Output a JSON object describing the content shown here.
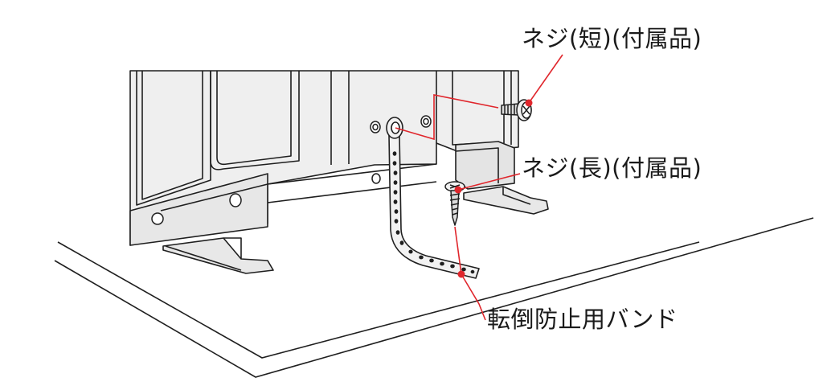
{
  "labels": {
    "screw_short": "ネジ(短)(付属品)",
    "screw_long": "ネジ(長)(付属品)",
    "anti_tip_band": "転倒防止用バンド"
  },
  "colors": {
    "callout": "#e0262c",
    "line": "#1f1f1f",
    "tv_fill": "#efefef",
    "shadow_fill": "#d6d6d6"
  }
}
